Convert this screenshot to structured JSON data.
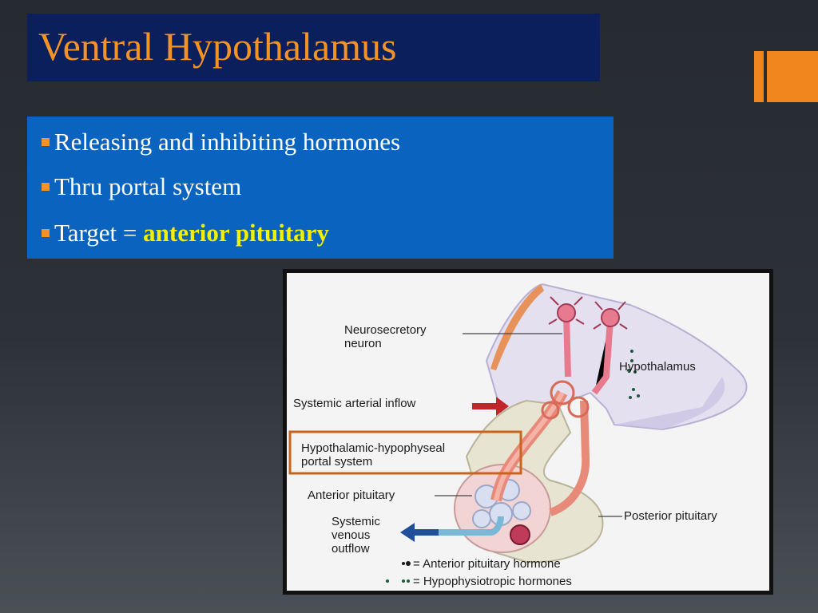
{
  "slide": {
    "title": "Ventral Hypothalamus",
    "bullets": [
      {
        "text": "Releasing and inhibiting hormones"
      },
      {
        "text": "Thru portal system"
      },
      {
        "text": "Target = ",
        "highlight": "anterior pituitary"
      }
    ]
  },
  "diagram": {
    "labels": {
      "neuron_line1": "Neurosecretory",
      "neuron_line2": "neuron",
      "hypothalamus": "Hypothalamus",
      "arterial": "Systemic arterial inflow",
      "portal_line1": "Hypothalamic-hypophyseal",
      "portal_line2": "portal system",
      "anterior": "Anterior pituitary",
      "posterior": "Posterior pituitary",
      "venous_line1": "Systemic",
      "venous_line2": "venous",
      "venous_line3": "outflow",
      "legend_anterior": "= Anterior pituitary hormone",
      "legend_hypophysio": "= Hypophysiotropic hormones"
    }
  },
  "colors": {
    "title_text": "#f39325",
    "title_bg": "#0a1f5c",
    "content_bg": "#0a64bf",
    "bullet_marker": "#f39325",
    "highlight": "#f5f000",
    "portal_box": "#c8641c",
    "arterial_arrow": "#c0262b",
    "venous_arrow": "#1f4f9a"
  }
}
